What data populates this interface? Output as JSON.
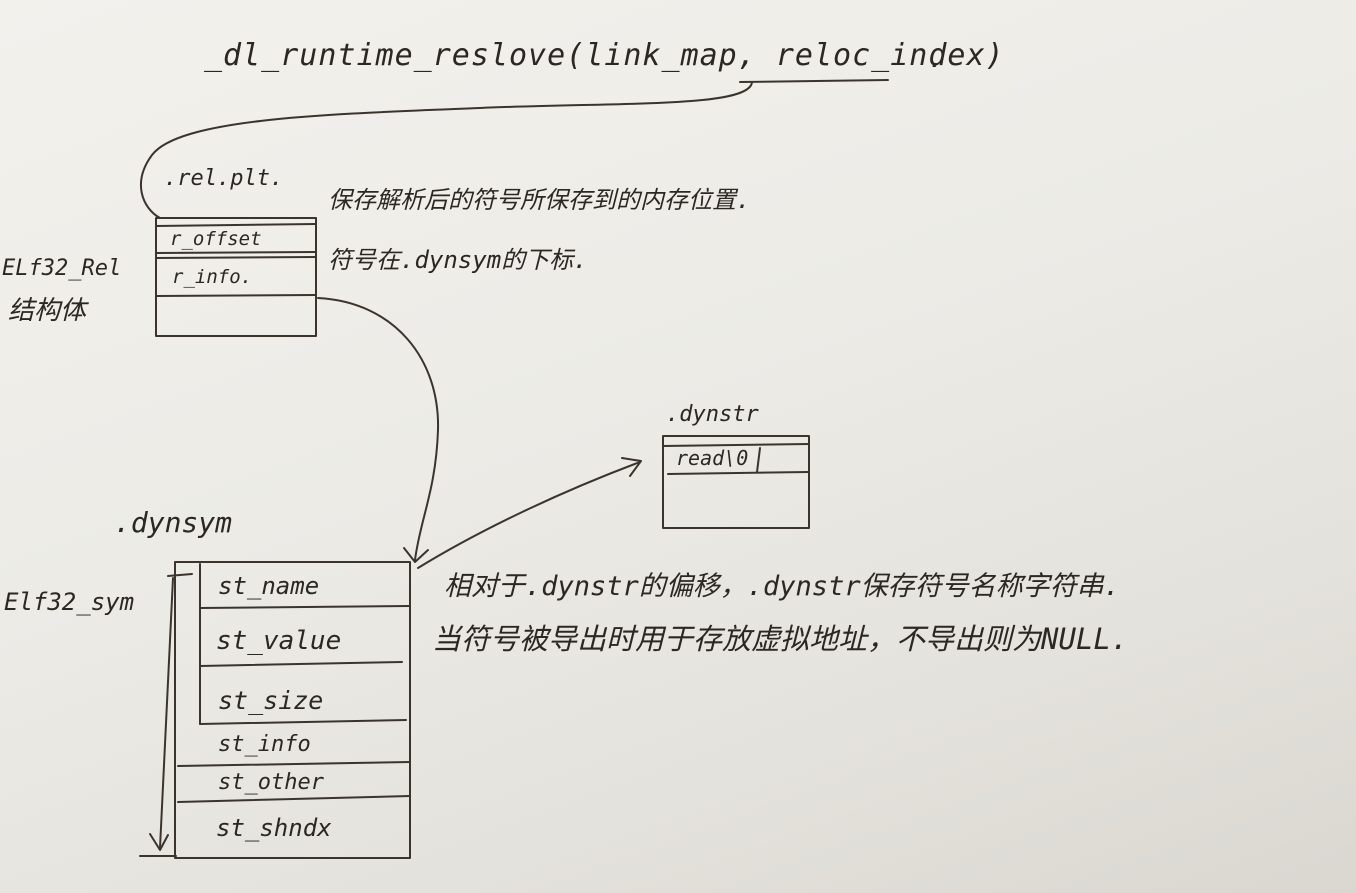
{
  "title_call": "_dl_runtime_reslove(link_map, reloc_index)",
  "rel_plt": {
    "section": ".rel.plt.",
    "struct_label_1": "ELf32_Rel",
    "struct_label_2": "结构体",
    "fields": [
      "r_offset",
      "r_info."
    ],
    "notes": [
      "保存解析后的符号所保存到的内存位置.",
      "符号在.dynsym的下标."
    ]
  },
  "dynsym": {
    "section": ".dynsym",
    "struct_label": "Elf32_sym",
    "fields": [
      "st_name",
      "st_value",
      "st_size",
      "st_info",
      "st_other",
      "st_shndx"
    ],
    "notes": [
      "相对于.dynstr的偏移，.dynstr保存符号名称字符串.",
      "当符号被导出时用于存放虚拟地址，不导出则为NULL."
    ]
  },
  "dynstr": {
    "section": ".dynstr",
    "entry": "read\\0"
  },
  "colors": {
    "ink": "#2b2722",
    "paper": "#eceae5",
    "background": "#6b4a3a"
  }
}
